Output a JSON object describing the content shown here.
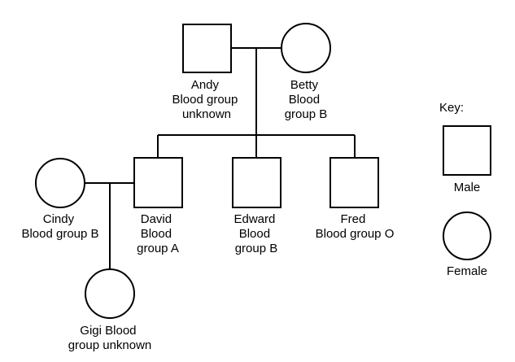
{
  "members": {
    "andy": {
      "lines": [
        "Andy",
        "Blood group",
        "unknown"
      ]
    },
    "betty": {
      "lines": [
        "Betty",
        "Blood",
        "group B"
      ]
    },
    "cindy": {
      "lines": [
        "Cindy",
        "Blood group B"
      ]
    },
    "david": {
      "lines": [
        "David",
        "Blood",
        "group A"
      ]
    },
    "edward": {
      "lines": [
        "Edward",
        "Blood",
        "group B"
      ]
    },
    "fred": {
      "lines": [
        "Fred",
        "Blood group O"
      ]
    },
    "gigi": {
      "lines": [
        "Gigi Blood",
        "group unknown"
      ]
    }
  },
  "key": {
    "title": "Key:",
    "male_label": "Male",
    "female_label": "Female"
  }
}
